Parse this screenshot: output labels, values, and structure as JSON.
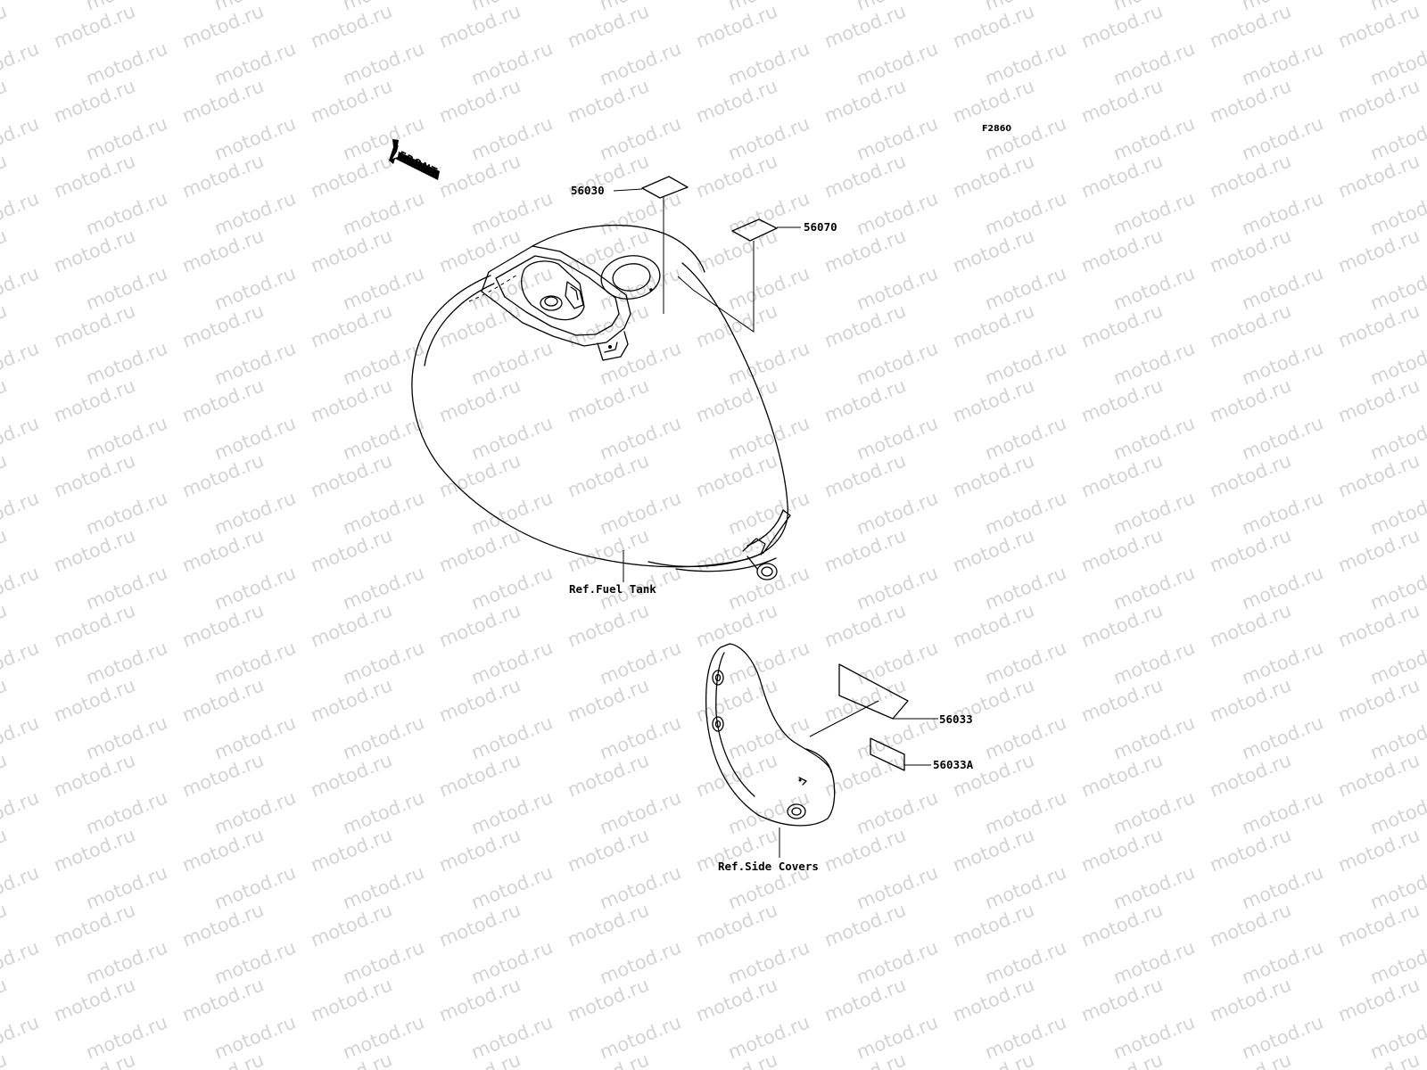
{
  "figure_code": "F2860",
  "front_indicator": "FRONT",
  "watermark": "motod.ru",
  "callouts": [
    {
      "id": "56030",
      "label": "56030"
    },
    {
      "id": "56070",
      "label": "56070"
    },
    {
      "id": "56033",
      "label": "56033"
    },
    {
      "id": "56033a",
      "label": "56033A"
    }
  ],
  "references": {
    "fuel_tank": "Ref.Fuel Tank",
    "side_covers": "Ref.Side Covers"
  }
}
